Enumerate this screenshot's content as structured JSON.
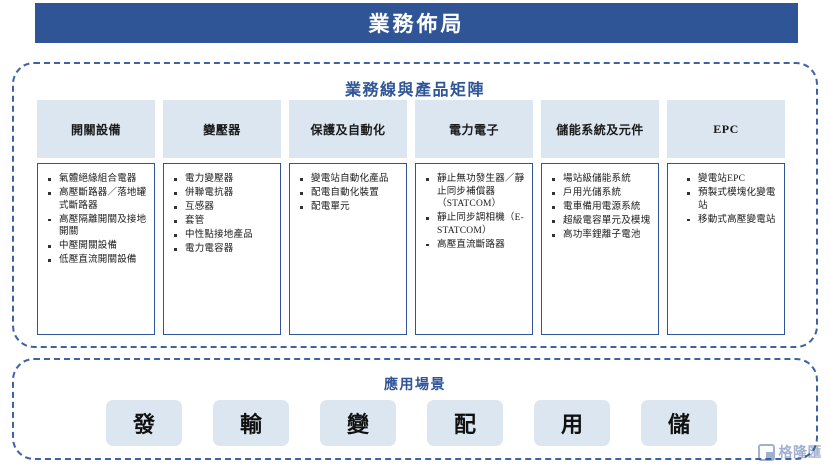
{
  "header": {
    "title": "業務佈局",
    "banner_color": "#2f5597"
  },
  "matrix": {
    "section_title": "業務線與產品矩陣",
    "accent_color": "#2f5597",
    "head_bg": "#dce6f1",
    "columns": [
      {
        "header": "開關設備",
        "items": [
          "氣體絕緣組合電器",
          "高壓斷路器／落地罐式斷路器",
          "高壓隔離開關及接地開關",
          "中壓開關設備",
          "低壓直流開關設備"
        ]
      },
      {
        "header": "變壓器",
        "items": [
          "電力變壓器",
          "併聯電抗器",
          "互感器",
          "套管",
          "中性點接地產品",
          "電力電容器"
        ]
      },
      {
        "header": "保護及自動化",
        "items": [
          "變電站自動化產品",
          "配電自動化裝置",
          "配電單元"
        ]
      },
      {
        "header": "電力電子",
        "items": [
          "靜止無功發生器／靜止同步補償器（STATCOM）",
          "靜止同步調相機（E-STATCOM）",
          "高壓直流斷路器"
        ]
      },
      {
        "header": "儲能系統及元件",
        "items": [
          "場站級儲能系統",
          "戶用光儲系統",
          "電車備用電源系統",
          "超級電容單元及模塊",
          "高功率鋰離子電池"
        ]
      },
      {
        "header": "EPC",
        "items": [
          "變電站EPC",
          "預製式模塊化變電站",
          "移動式高壓變電站"
        ]
      }
    ]
  },
  "scenes": {
    "section_title": "應用場景",
    "chips": [
      "發",
      "輸",
      "變",
      "配",
      "用",
      "儲"
    ]
  },
  "watermark": {
    "text": "格隆匯"
  }
}
